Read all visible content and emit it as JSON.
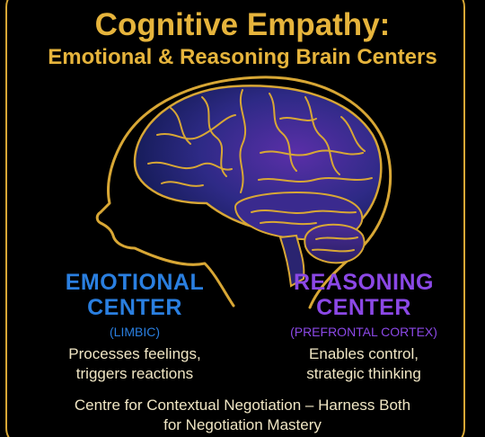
{
  "title": {
    "line1": "Cognitive Empathy:",
    "line2": "Emotional & Reasoning Brain Centers"
  },
  "emotional": {
    "line1": "EMOTIONAL",
    "line2": "CENTER",
    "sub": "(LIMBIC)",
    "desc1": "Processes feelings,",
    "desc2": "triggers reactions"
  },
  "reasoning": {
    "line1": "REASONING",
    "line2": "CENTER",
    "sub": "(PREFRONTAL CORTEX)",
    "desc1": "Enables control,",
    "desc2": "strategic thinking"
  },
  "footer": {
    "line1": "Centre for Contextual Negotiation – Harness Both",
    "line2": "for Negotiation Mastery"
  },
  "colors": {
    "accent_gold": "#e6b43c",
    "emotional_blue": "#2a7fe0",
    "reasoning_purple": "#8b48e6",
    "background": "#000000"
  }
}
